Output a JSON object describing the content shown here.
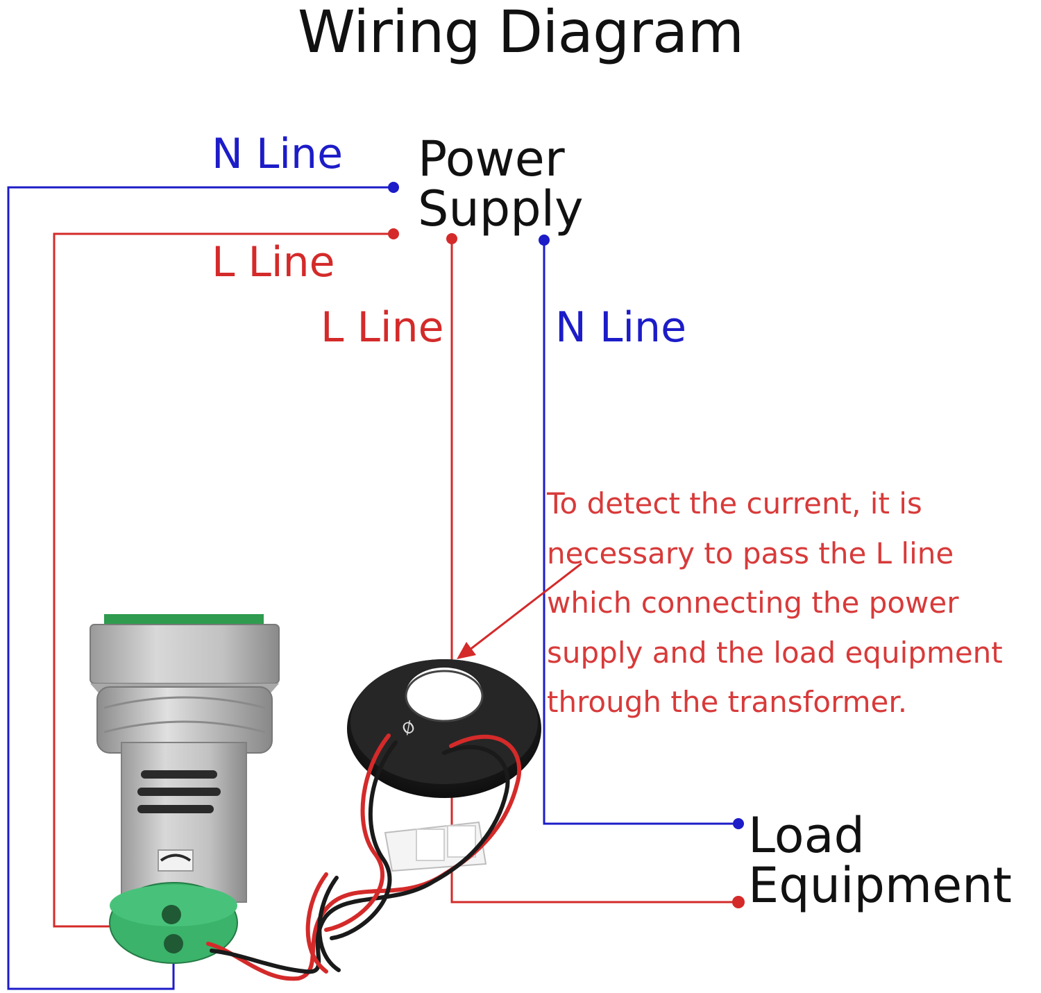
{
  "title": "Wiring Diagram",
  "labels": {
    "power_supply": [
      "Power",
      "Supply"
    ],
    "load_equipment": [
      "Load",
      "Equipment"
    ],
    "n_line_top": "N Line",
    "l_line_top": "L Line",
    "l_line_mid": "L Line",
    "n_line_mid": "N Line"
  },
  "note_lines": [
    "To detect the current, it is",
    "necessary to pass the L line",
    "which connecting the power",
    "supply and the load equipment",
    "through the transformer."
  ],
  "colors": {
    "n_line": "#1c1cc8",
    "l_line": "#d42a2a",
    "note": "#d83a3a",
    "meter_display": "#2e9b4e",
    "meter_base": "#3bb36a",
    "transformer": "#1a1a1a"
  },
  "transformer_marking": "Ø",
  "icons": [
    "panel-meter-icon",
    "current-transformer-icon",
    "terminal-connector-icon"
  ]
}
